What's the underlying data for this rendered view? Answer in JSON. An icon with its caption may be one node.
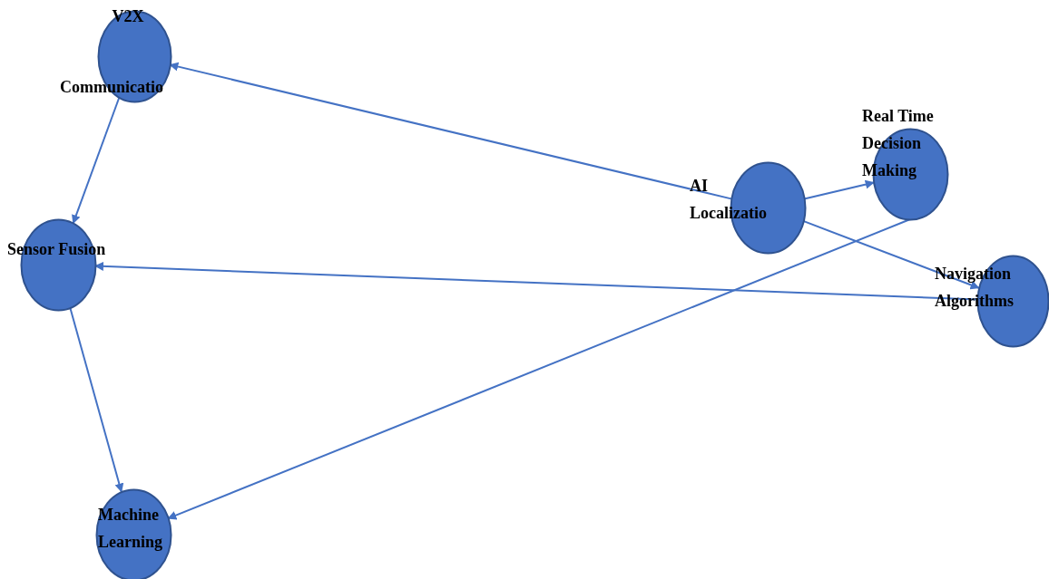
{
  "diagram": {
    "nodes": [
      {
        "text": [
          "V2X",
          "Communicatio"
        ]
      },
      {
        "text": [
          "Sensor Fusion"
        ]
      },
      {
        "text": [
          "Machine Learning"
        ]
      },
      {
        "text": [
          "AI Localizatio"
        ]
      },
      {
        "text": [
          "Real Time Decision Making"
        ]
      },
      {
        "text": [
          "Navigation Algorithms"
        ]
      }
    ],
    "edges": [
      {
        "from": 3,
        "to": 0,
        "arrow": "to"
      },
      {
        "from": 0,
        "to": 1,
        "arrow": "to"
      },
      {
        "from": 1,
        "to": 2,
        "arrow": "to"
      },
      {
        "from": 3,
        "to": 4,
        "arrow": "to"
      },
      {
        "from": 3,
        "to": 5,
        "arrow": "to"
      },
      {
        "from": 5,
        "to": 1,
        "arrow": "to"
      },
      {
        "from": 4,
        "to": 2,
        "arrow": "to"
      }
    ]
  }
}
